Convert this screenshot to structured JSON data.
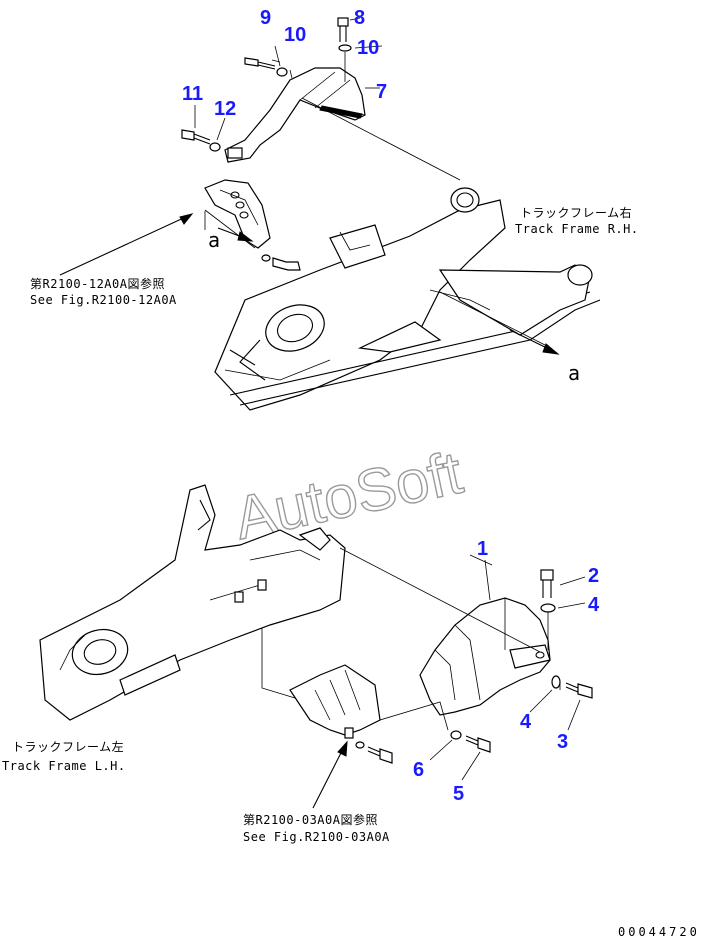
{
  "watermark": "AutoSoft",
  "drawing_number": "00044720",
  "callouts": {
    "c1": "1",
    "c2": "2",
    "c3": "3",
    "c4a": "4",
    "c4b": "4",
    "c5": "5",
    "c6": "6",
    "c7": "7",
    "c8": "8",
    "c9": "9",
    "c10a": "10",
    "c10b": "10",
    "c11": "11",
    "c12": "12"
  },
  "view_labels": {
    "a_top": "a",
    "a_right": "a"
  },
  "labels": {
    "track_frame_rh_jp": "トラックフレーム右",
    "track_frame_rh_en": "Track Frame R.H.",
    "track_frame_lh_jp": "トラックフレーム左",
    "track_frame_lh_en": "Track Frame L.H.",
    "ref_top_jp": "第R2100-12A0A図参照",
    "ref_top_en": "See Fig.R2100-12A0A",
    "ref_bottom_jp": "第R2100-03A0A図参照",
    "ref_bottom_en": "See Fig.R2100-03A0A"
  }
}
